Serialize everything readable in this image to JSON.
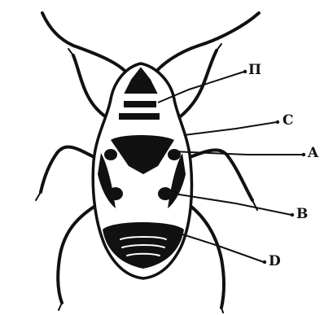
{
  "colors": {
    "ink": "#111111",
    "paper": "#ffffff"
  },
  "labels": {
    "pi": "П",
    "c": "C",
    "a": "A",
    "b": "B",
    "d": "D"
  }
}
